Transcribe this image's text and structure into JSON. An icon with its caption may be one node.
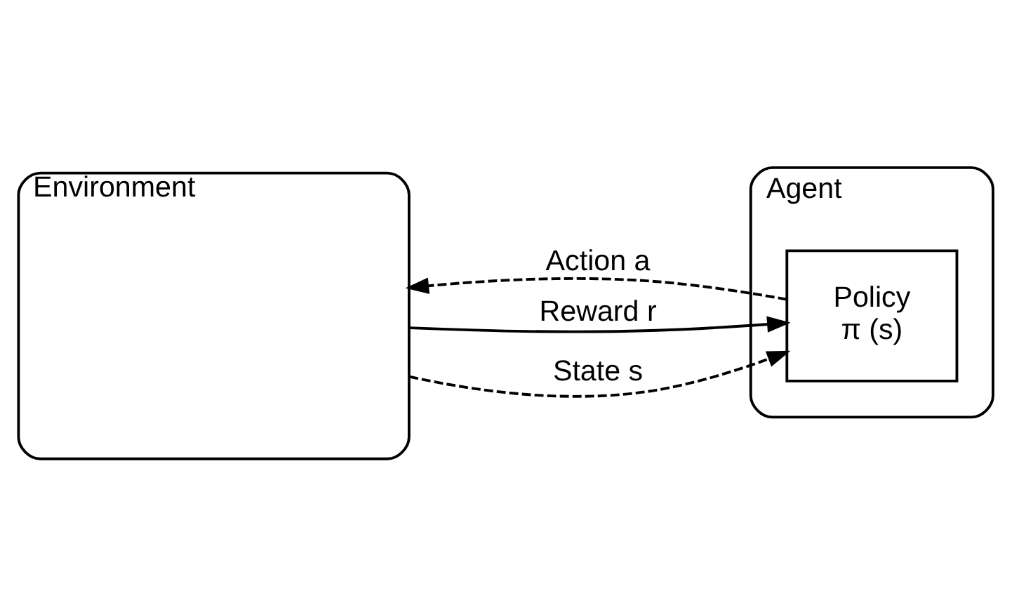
{
  "diagram": {
    "nodes": [
      {
        "text": [
          "Agent"
        ]
      },
      {
        "text": [
          "Policy",
          "π (s)"
        ],
        "in": 0
      },
      {
        "text": [
          "Environment"
        ]
      }
    ],
    "edges": [
      {
        "from": 1,
        "to": 2,
        "arrow": "to",
        "label": "Action a",
        "style": "dashed"
      },
      {
        "from": 2,
        "to": 1,
        "arrow": "to",
        "label": "Reward r"
      },
      {
        "from": 2,
        "to": 1,
        "arrow": "to",
        "label": "State s",
        "style": "dashed"
      }
    ]
  }
}
